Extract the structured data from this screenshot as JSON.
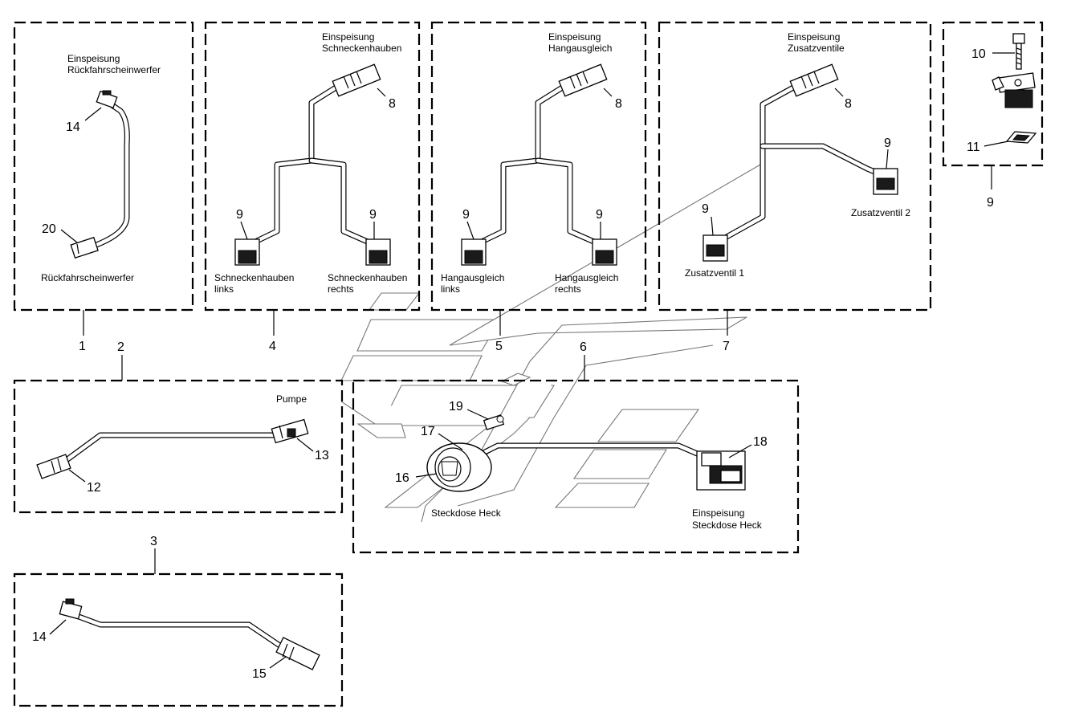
{
  "labels": {
    "g1_top_1": "Einspeisung",
    "g1_top_2": "Rückfahrscheinwerfer",
    "g1_bottom": "Rückfahrscheinwerfer",
    "g4_top_1": "Einspeisung",
    "g4_top_2": "Schneckenhauben",
    "g4_left_1": "Schneckenhauben",
    "g4_left_2": "links",
    "g4_right_1": "Schneckenhauben",
    "g4_right_2": "rechts",
    "g5_top_1": "Einspeisung",
    "g5_top_2": "Hangausgleich",
    "g5_left_1": "Hangausgleich",
    "g5_left_2": "links",
    "g5_right_1": "Hangausgleich",
    "g5_right_2": "rechts",
    "g7_top_1": "Einspeisung",
    "g7_top_2": "Zusatzventile",
    "g7_valve1": "Zusatzventil 1",
    "g7_valve2": "Zusatzventil 2",
    "g2_pump": "Pumpe",
    "g6_socket": "Steckdose Heck",
    "g6_feed_1": "Einspeisung",
    "g6_feed_2": "Steckdose Heck"
  },
  "numbers": {
    "g1_box": "1",
    "g1_p14": "14",
    "g1_p20": "20",
    "g2_box": "2",
    "g2_p12": "12",
    "g2_p13": "13",
    "g3_box": "3",
    "g3_p14": "14",
    "g3_p15": "15",
    "g4_box": "4",
    "g4_p8": "8",
    "g4_p9a": "9",
    "g4_p9b": "9",
    "g5_box": "5",
    "g5_p8": "8",
    "g5_p9a": "9",
    "g5_p9b": "9",
    "g6_box": "6",
    "g6_p16": "16",
    "g6_p17": "17",
    "g6_p18": "18",
    "g6_p19": "19",
    "g7_box": "7",
    "g7_p8": "8",
    "g7_p9a": "9",
    "g7_p9b": "9",
    "g9_box": "9",
    "g9_p10": "10",
    "g9_p11": "11"
  }
}
